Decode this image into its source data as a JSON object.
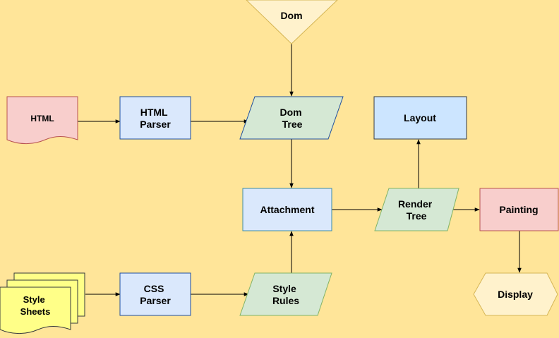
{
  "colors": {
    "background": "#FFE599",
    "blue_fill": "#DAE8FC",
    "blue_stroke": "#1F4E9E",
    "green_fill": "#D5E8D4",
    "green_stroke": "#82B366",
    "red_fill": "#F8CECC",
    "red_stroke": "#B85450",
    "cream_fill": "#FFF2CC",
    "cream_stroke": "#D6B656",
    "yellow_fill": "#FFFF88",
    "yellow_stroke": "#36393D",
    "edge": "#000000"
  },
  "nodes": {
    "dom": {
      "label": "Dom",
      "shape": "triangle-down"
    },
    "html": {
      "label": "HTML",
      "shape": "document"
    },
    "html_parser": {
      "label": [
        "HTML",
        "Parser"
      ],
      "shape": "process"
    },
    "dom_tree": {
      "label": [
        "Dom",
        "Tree"
      ],
      "shape": "data"
    },
    "layout": {
      "label": "Layout",
      "shape": "process"
    },
    "attachment": {
      "label": "Attachment",
      "shape": "process"
    },
    "render_tree": {
      "label": [
        "Render",
        "Tree"
      ],
      "shape": "data"
    },
    "painting": {
      "label": "Painting",
      "shape": "process"
    },
    "style_sheets": {
      "label": [
        "Style",
        "Sheets"
      ],
      "shape": "multi-document"
    },
    "css_parser": {
      "label": [
        "CSS",
        "Parser"
      ],
      "shape": "process"
    },
    "style_rules": {
      "label": [
        "Style",
        "Rules"
      ],
      "shape": "data"
    },
    "display": {
      "label": "Display",
      "shape": "display"
    }
  },
  "edges": [
    {
      "from": "dom",
      "to": "dom_tree"
    },
    {
      "from": "html",
      "to": "html_parser"
    },
    {
      "from": "html_parser",
      "to": "dom_tree"
    },
    {
      "from": "dom_tree",
      "to": "attachment"
    },
    {
      "from": "style_sheets",
      "to": "css_parser"
    },
    {
      "from": "css_parser",
      "to": "style_rules"
    },
    {
      "from": "style_rules",
      "to": "attachment"
    },
    {
      "from": "attachment",
      "to": "render_tree"
    },
    {
      "from": "render_tree",
      "to": "layout"
    },
    {
      "from": "render_tree",
      "to": "painting"
    },
    {
      "from": "painting",
      "to": "display"
    }
  ]
}
